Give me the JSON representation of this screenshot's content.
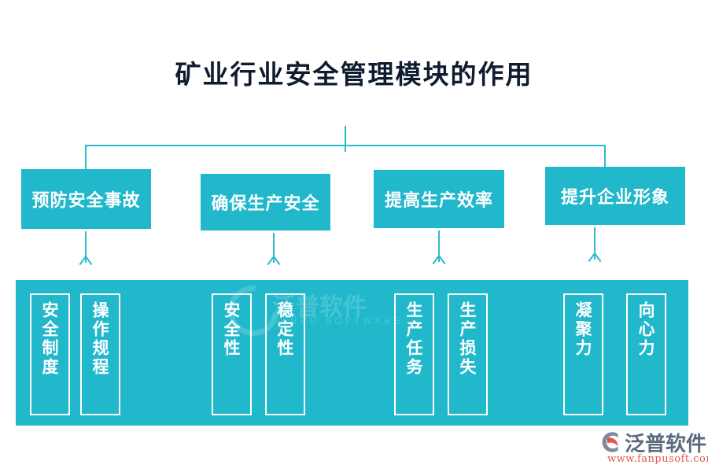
{
  "title": "矿业行业安全管理模块的作用",
  "colors": {
    "teal": "#22b8cc",
    "connector": "#2fb9cd",
    "title_text": "#0f1b2e",
    "box_text": "#ffffff",
    "logo_text": "#5b6b7d",
    "logo_url": "#e2574c",
    "background": "#ffffff"
  },
  "categories": [
    {
      "label": "预防安全事故"
    },
    {
      "label": "确保生产安全"
    },
    {
      "label": "提高生产效率"
    },
    {
      "label": "提升企业形象"
    }
  ],
  "sub_items": [
    {
      "label": "安全制度"
    },
    {
      "label": "操作规程"
    },
    {
      "label": "安全性"
    },
    {
      "label": "稳定性"
    },
    {
      "label": "生产任务"
    },
    {
      "label": "生产损失"
    },
    {
      "label": "凝聚力"
    },
    {
      "label": "向心力"
    }
  ],
  "watermark": {
    "name": "泛普软件",
    "sub": "FANPU SOFTWARE"
  },
  "logo": {
    "name": "泛普软件",
    "url": "www.fanpusoft.com"
  }
}
